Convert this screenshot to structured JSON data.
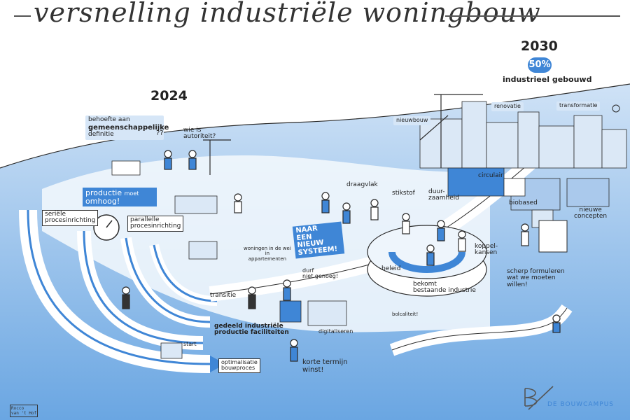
{
  "title": "versnelling industriële woningbouw",
  "years": {
    "start": "2024",
    "end": "2030"
  },
  "target": {
    "percent": "50%",
    "label": "industrieel gebouwd"
  },
  "labels": {
    "behoefte_1": "behoefte aan",
    "behoefte_2": "gemeenschappelijke",
    "behoefte_3": "definitie",
    "wie_is": "wie is",
    "autoriteit": "autoriteit?",
    "productie_1": "productie",
    "productie_2": "omhoog!",
    "moet": "moet",
    "seriele_1": "seriële",
    "seriele_2": "procesinrichting",
    "parallelle_1": "parallelle",
    "parallelle_2": "procesinrichting",
    "woningen_1": "woningen in de wei",
    "woningen_2": "in",
    "woningen_3": "appartementen",
    "naar_1": "NAAR",
    "naar_2": "EEN NIEUW",
    "naar_3": "SYSTEEM!",
    "draagvlak": "draagvlak",
    "durf": "durf",
    "niet_genoeg": "niet genoeg!",
    "stikstof": "stikstof",
    "duurzaamheid_1": "duur-",
    "duurzaamheid_2": "zaamheid",
    "beleid": "beleid",
    "koppelkansen_1": "koppel-",
    "koppelkansen_2": "kansen",
    "bekomt_1": "bekomt",
    "bekomt_2": "bestaande industrie",
    "transitie": "transitie",
    "gedeeld_1": "gedeeld industriële",
    "gedeeld_2": "productie faciliteiten",
    "digitaliseren": "digitaliseren",
    "bolcaliteit": "bolcaliteit!",
    "start": "start",
    "optimalisatie": "optimalisatie",
    "bouwproces": "bouwproces",
    "korte_1": "korte termijn",
    "korte_2": "winst!",
    "scherp_1": "scherp formuleren",
    "scherp_2": "wat we moeten",
    "scherp_3": "willen!",
    "nieuwbouw": "nieuwbouw",
    "renovatie": "renovatie",
    "transformatie": "transformatie",
    "circulair": "circulair",
    "biobased": "biobased",
    "nieuwe_1": "nieuwe",
    "nieuwe_2": "concepten",
    "question_marks": "??",
    "sign_1": "Rocco",
    "sign_2": "van 't Hof"
  },
  "logo": {
    "text": "DE BOUWCAMPUS"
  },
  "colors": {
    "accent": "#3f86d6",
    "light": "#d6e6f7",
    "ink": "#222222",
    "sky": "#5a9de0"
  }
}
